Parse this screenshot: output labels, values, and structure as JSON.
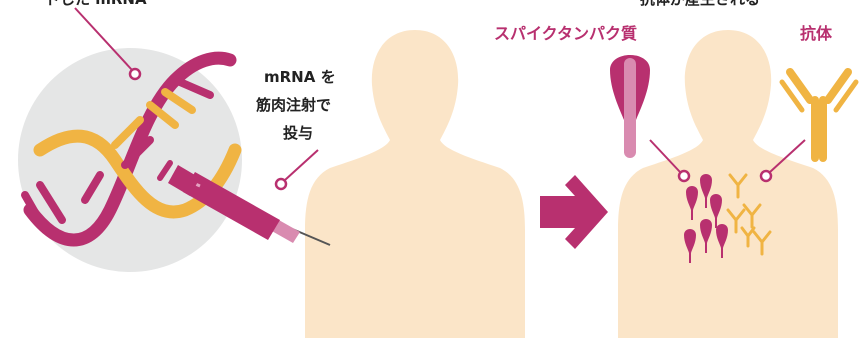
{
  "labels": {
    "top_left_cut": "ードした mRNA",
    "top_right_cut": "抗体が産生される",
    "mrna_line1": "mRNA を",
    "mrna_line2": "筋肉注射で",
    "mrna_line3": "投与",
    "spike_protein": "スパイクタンパク質",
    "antibody": "抗体"
  },
  "colors": {
    "magenta": "#b8306f",
    "magenta_light": "#d98bb0",
    "yellow": "#f0b443",
    "body": "#fbe5c8",
    "circle": "#e5e6e6",
    "text": "#222222"
  }
}
